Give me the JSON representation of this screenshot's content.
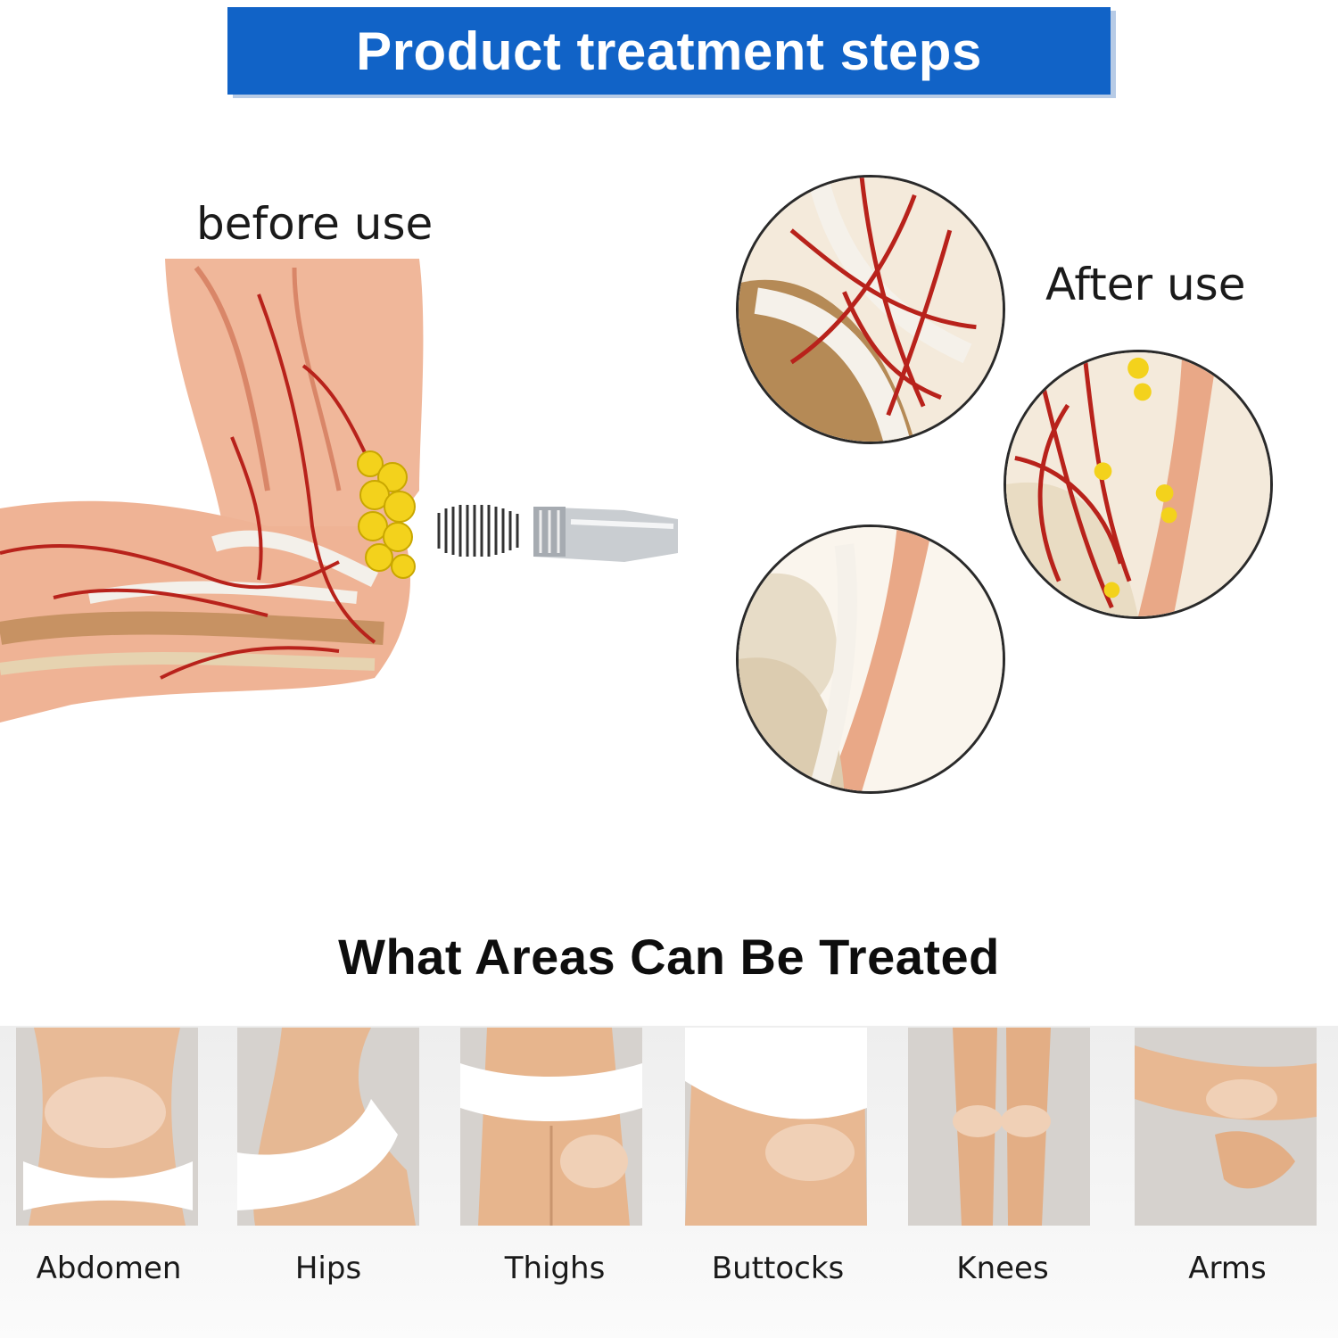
{
  "banner": {
    "title": "Product treatment steps",
    "color": "#1163c7"
  },
  "illustration": {
    "before_label": "before use",
    "after_label": "After use",
    "fat_color": "#f3d21c",
    "vessel_color": "#b8221b"
  },
  "areas": {
    "title": "What Areas Can Be Treated",
    "items": [
      {
        "label": "Abdomen"
      },
      {
        "label": "Hips"
      },
      {
        "label": "Thighs"
      },
      {
        "label": "Buttocks"
      },
      {
        "label": "Knees"
      },
      {
        "label": "Arms"
      }
    ]
  }
}
